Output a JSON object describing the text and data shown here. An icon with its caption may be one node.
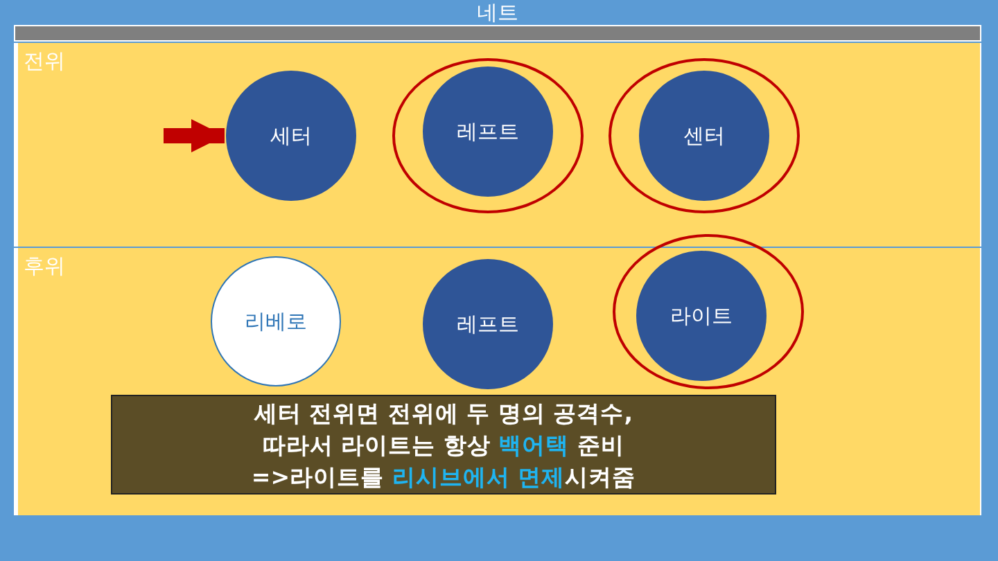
{
  "diagram": {
    "nodes": [
      {
        "text": [
          "네트"
        ]
      },
      {
        "text": [
          "전위"
        ]
      },
      {
        "text": [
          "세터"
        ],
        "in": 1
      },
      {
        "text": [
          "레프트"
        ],
        "in": 1
      },
      {
        "text": [
          "센터"
        ],
        "in": 1
      },
      {
        "text": [
          "후위"
        ]
      },
      {
        "text": [
          "리베로"
        ],
        "in": 5
      },
      {
        "text": [
          "레프트"
        ],
        "in": 5
      },
      {
        "text": [
          "라이트"
        ],
        "in": 5
      },
      {
        "text": [
          "세터 전위면 전위에 두 명의 공격수,",
          "따라서 라이트는 항상 **백어택** 준비",
          "=>라이트를 **리시브에서 면제**시켜줌"
        ],
        "in": 5
      }
    ],
    "edges": [
      {
        "from": null,
        "to": 2,
        "arrow": "to"
      }
    ]
  }
}
